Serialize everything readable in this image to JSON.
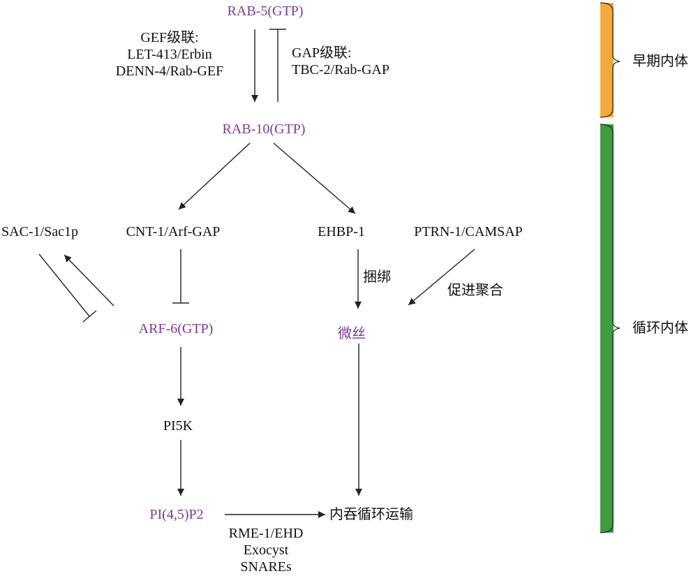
{
  "colors": {
    "protein_text": "#7b3a8f",
    "default_text": "#111111",
    "early_bar": "#f2a93b",
    "recycling_bar": "#3f9b3f",
    "line": "#222222"
  },
  "nodes": {
    "rab5": "RAB-5(GTP)",
    "rab10": "RAB-10(GTP)",
    "cnt1": "CNT-1/Arf-GAP",
    "ehbp1": "EHBP-1",
    "ptrn1": "PTRN-1/CAMSAP",
    "sac1": "SAC-1/Sac1p",
    "arf6": "ARF-6(GTP)",
    "microfilament": "微丝",
    "pi5k": "PI5K",
    "pip2": "PI(4,5)P2",
    "recycling_transport": "内吞循环运输"
  },
  "labels": {
    "gef": [
      "GEF级联:",
      "LET-413/Erbin",
      "DENN-4/Rab-GEF"
    ],
    "gap": [
      "GAP级联:",
      "TBC-2/Rab-GAP"
    ],
    "bind": "捆绑",
    "promote": "促进聚合",
    "effectors": [
      "RME-1/EHD",
      "Exocyst",
      "SNAREs"
    ]
  },
  "stages": {
    "early": "早期内体",
    "recycling": "循环内体"
  }
}
